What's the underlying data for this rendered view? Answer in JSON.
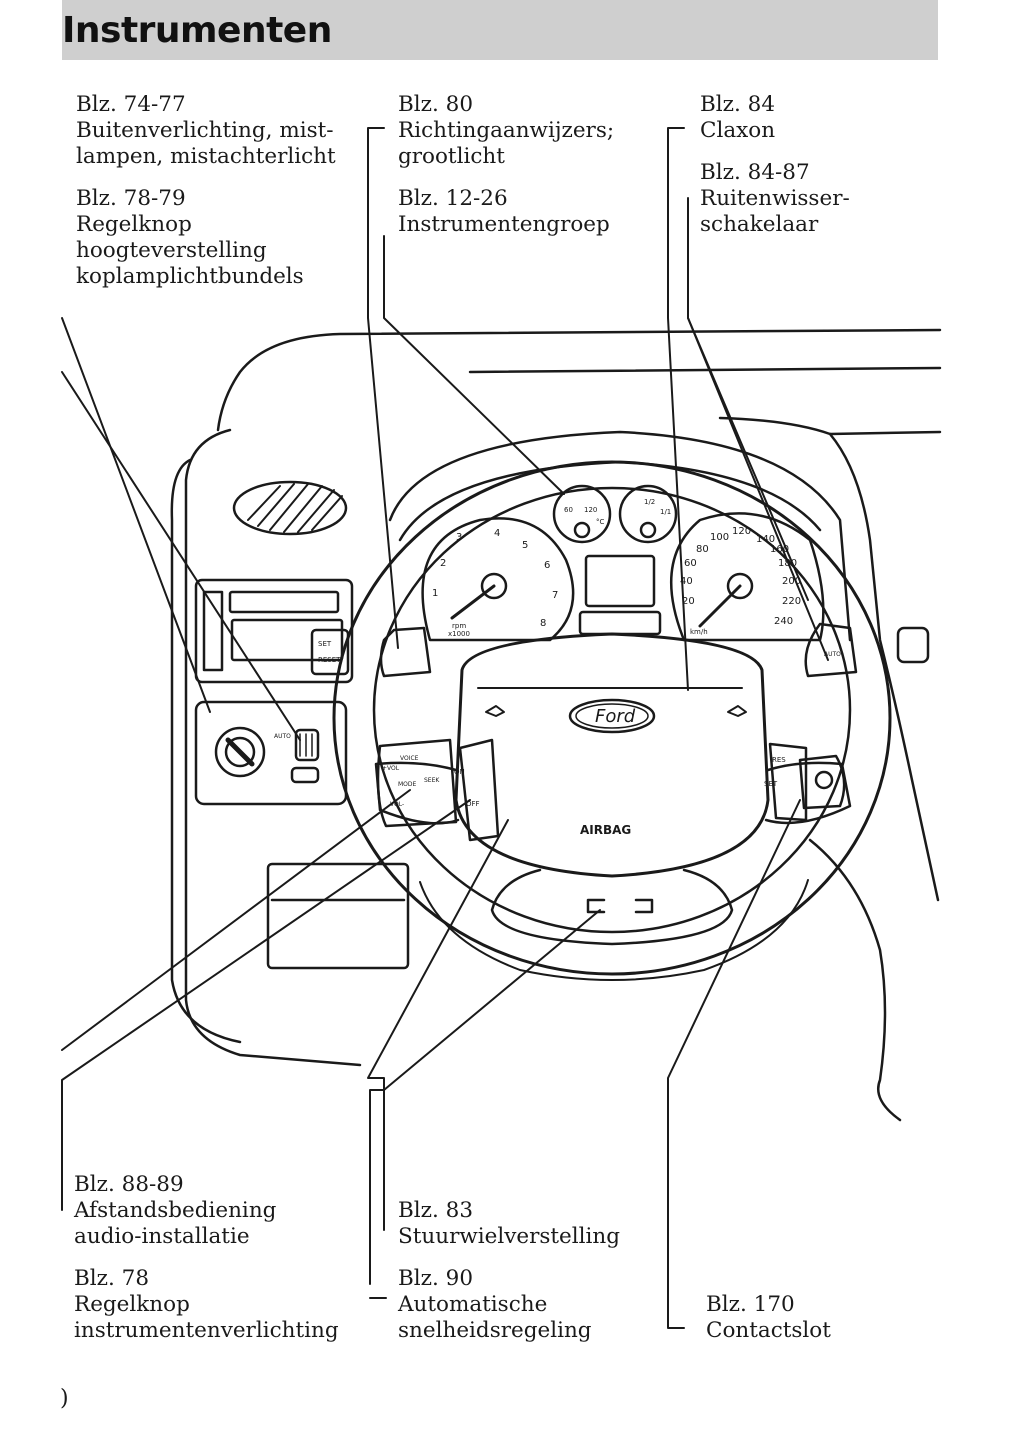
{
  "header": {
    "title": "Instrumenten"
  },
  "labels": {
    "top_left_1": {
      "page": "Blz. 74-77",
      "lines": [
        "Buitenverlichting, mist-",
        "lampen, mistachterlicht"
      ]
    },
    "top_left_2": {
      "page": "Blz. 78-79",
      "lines": [
        "Regelknop",
        "hoogteverstelling",
        "koplamplichtbundels"
      ]
    },
    "top_mid_1": {
      "page": "Blz. 80",
      "lines": [
        "Richtingaanwijzers;",
        "grootlicht"
      ]
    },
    "top_mid_2": {
      "page": "Blz. 12-26",
      "lines": [
        "Instrumentengroep"
      ]
    },
    "top_right_1": {
      "page": "Blz. 84",
      "lines": [
        "Claxon"
      ]
    },
    "top_right_2": {
      "page": "Blz. 84-87",
      "lines": [
        "Ruitenwisser-",
        "schakelaar"
      ]
    },
    "bot_left_1": {
      "page": "Blz. 88-89",
      "lines": [
        "Afstandsbediening",
        "audio-installatie"
      ]
    },
    "bot_left_2": {
      "page": "Blz. 78",
      "lines": [
        "Regelknop",
        "instrumentenverlichting"
      ]
    },
    "bot_mid_1": {
      "page": "Blz. 83",
      "lines": [
        "Stuurwielverstelling"
      ]
    },
    "bot_mid_2": {
      "page": "Blz. 90",
      "lines": [
        "Automatische",
        "snelheidsregeling"
      ]
    },
    "bot_right_1": {
      "page": "Blz. 170",
      "lines": [
        "Contactslot"
      ]
    }
  },
  "diagram": {
    "brand": "Ford",
    "airbag": "AIRBAG",
    "tacho": {
      "numbers": [
        "1",
        "2",
        "3",
        "4",
        "5",
        "6",
        "7",
        "8"
      ],
      "unit1": "rpm",
      "unit2": "x1000"
    },
    "speedo": {
      "numbers": [
        "20",
        "40",
        "60",
        "80",
        "100",
        "120",
        "140",
        "160",
        "180",
        "200",
        "220",
        "240"
      ],
      "unit": "km/h"
    },
    "temp_gauge": {
      "low": "60",
      "high": "120",
      "unit": "°C"
    },
    "fuel_gauge": {
      "half": "1/2",
      "full": "1/1"
    },
    "left_stalk": {
      "set": "SET",
      "reset": "RESET"
    },
    "right_stalk": {
      "auto": "AUTO"
    },
    "audio_controls": {
      "voice": "VOICE",
      "vol_up": "+VOL",
      "mode": "MODE",
      "seek": "SEEK",
      "vol_down": "VOL-"
    },
    "cruise_controls": {
      "on": "ON",
      "off": "OFF",
      "res": "RES",
      "set": "SET"
    },
    "light_switch": {
      "auto": "AUTO"
    }
  },
  "footer": {
    "page_number": ")"
  }
}
